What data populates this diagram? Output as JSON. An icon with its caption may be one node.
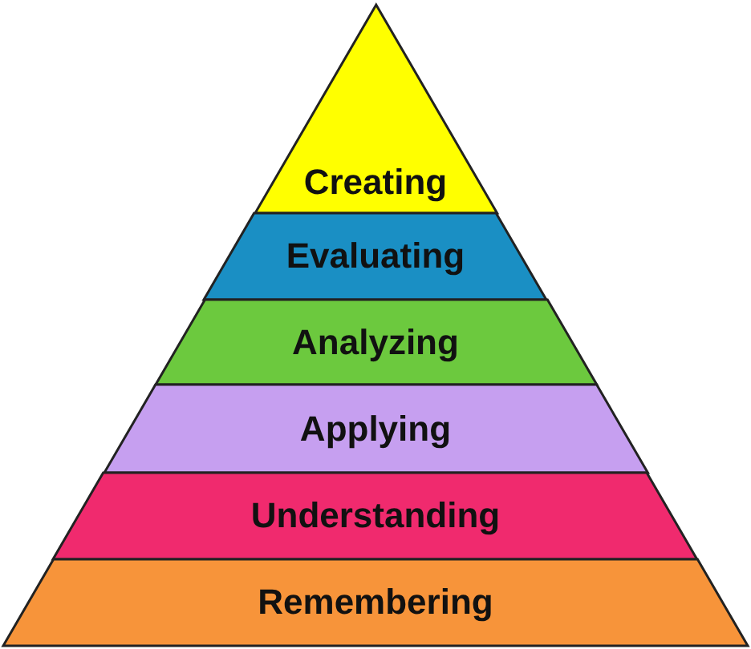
{
  "diagram": {
    "nodes": [
      {
        "text": [
          "Creating"
        ]
      },
      {
        "text": [
          "Evaluating"
        ]
      },
      {
        "text": [
          "Analyzing"
        ]
      },
      {
        "text": [
          "Applying"
        ]
      },
      {
        "text": [
          "Understanding"
        ]
      },
      {
        "text": [
          "Remembering"
        ]
      }
    ]
  }
}
